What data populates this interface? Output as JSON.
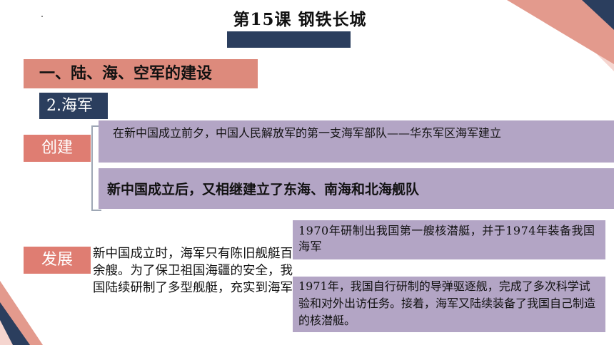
{
  "slide": {
    "title": "第15课  钢铁长城",
    "section_heading": "一、陆、海、空军的建设",
    "sub_heading": "2.海军"
  },
  "founding": {
    "tag": "创建",
    "box1": "在新中国成立前夕，中国人民解放军的第一支海军部队——华东军区海军建立",
    "box2": "新中国成立后，又相继建立了东海、南海和北海舰队"
  },
  "development": {
    "tag": "发展",
    "description": "新中国成立时，海军只有陈旧舰艇百余艘。为了保卫祖国海疆的安全，我国陆续研制了多型舰艇，充实到海军",
    "box1": "1970年研制出我国第一艘核潜艇，并于1974年装备我国海军",
    "box2": "1971年，我国自行研制的导弹驱逐舰，完成了多次科学试验和对外出访任务。接着，海军又陆续装备了我国自己制造的核潜艇。"
  },
  "colors": {
    "navy": "#2b3e5e",
    "salmon": "#dd8a7c",
    "tag_red": "#df7d72",
    "lavender": "#b3a5c5",
    "pale_pink": "#f5d5cf"
  }
}
